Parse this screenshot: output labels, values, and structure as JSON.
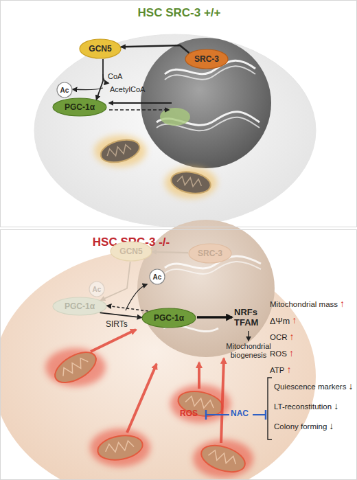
{
  "diagram": {
    "nodes": [
      {
        "text": [
          "HSC SRC-3 +/+"
        ]
      },
      {
        "text": [
          "GCN5"
        ],
        "in": 0
      },
      {
        "text": [
          "SRC-3"
        ],
        "in": 0
      },
      {
        "text": [
          "Ac"
        ],
        "in": 0
      },
      {
        "text": [
          "PGC-1α"
        ],
        "in": 0
      },
      {
        "text": [
          "HSC SRC-3 -/-"
        ]
      },
      {
        "text": [
          "GCN5"
        ],
        "in": 5
      },
      {
        "text": [
          "SRC-3"
        ],
        "in": 5
      },
      {
        "text": [
          "Ac"
        ],
        "in": 5
      },
      {
        "text": [
          "PGC-1α"
        ],
        "in": 5
      },
      {
        "text": [
          "Ac"
        ],
        "in": 5
      },
      {
        "text": [
          "PGC-1α"
        ],
        "in": 5
      }
    ],
    "edges": [
      {
        "from": 2,
        "to": 1,
        "arrow": "to"
      },
      {
        "from": 1,
        "to": 4,
        "arrow": "to"
      },
      {
        "from": 7,
        "to": 6,
        "arrow": "to"
      },
      {
        "from": 6,
        "to": 9,
        "arrow": "to"
      },
      {
        "from": 9,
        "to": 11,
        "label": "SIRTs",
        "arrow": "to"
      },
      {
        "from": 11,
        "to": 9,
        "arrow": "to"
      }
    ],
    "labels": [
      "CoA",
      "AcetylCoA",
      "NRFs TFAM",
      "Mitochondrial biogenesis",
      "ROS",
      "NAC",
      "Mitochondrial mass",
      "↑",
      "ΔΨm",
      "↑",
      "OCR",
      "↑",
      "ROS",
      "↑",
      "ATP",
      "↑",
      "Quiescence markers",
      "↓",
      "LT-reconstitution",
      "↓",
      "Colony forming",
      "↓"
    ]
  }
}
